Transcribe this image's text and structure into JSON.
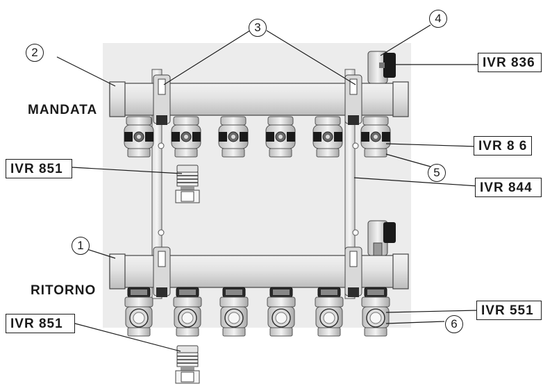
{
  "labels": {
    "supply": "MANDATA",
    "return": "RITORNO"
  },
  "callouts": {
    "c1": "1",
    "c2": "2",
    "c3": "3",
    "c4": "4",
    "c5": "5",
    "c6": "6"
  },
  "codes": {
    "ivr836": "IVR 836",
    "ivr86": "IVR 8 6",
    "ivr844": "IVR 844",
    "ivr551": "IVR 551",
    "ivr851_top": "IVR 851",
    "ivr851_bottom": "IVR 851"
  },
  "colors": {
    "background_panel": "#e9e9e9",
    "pipe": "#d6d6d6",
    "line": "#1a1a1a"
  }
}
